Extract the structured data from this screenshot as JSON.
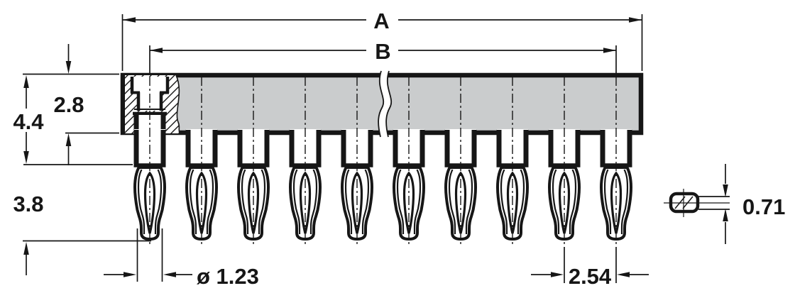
{
  "labels": {
    "overall_length": "A",
    "contact_span": "B",
    "insulator_height": "2.8",
    "height_to_shoulder": "4.4",
    "tail_length": "3.8",
    "tail_diameter": "ø 1.23",
    "pitch": "2.54",
    "tail_thickness": "0.71"
  },
  "figure": {
    "pin_count": 10,
    "line_color": "#161616",
    "insulator_fill": "#cacccd"
  }
}
